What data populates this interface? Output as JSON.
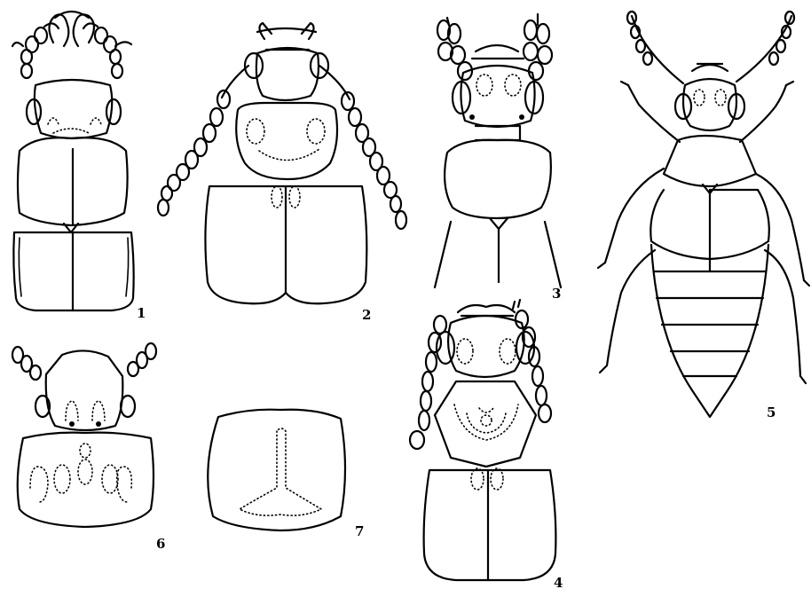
{
  "figure_labels": {
    "fig1": "1",
    "fig2": "2",
    "fig3": "3",
    "fig4": "4",
    "fig5": "5",
    "fig6": "6",
    "fig7": "7"
  }
}
